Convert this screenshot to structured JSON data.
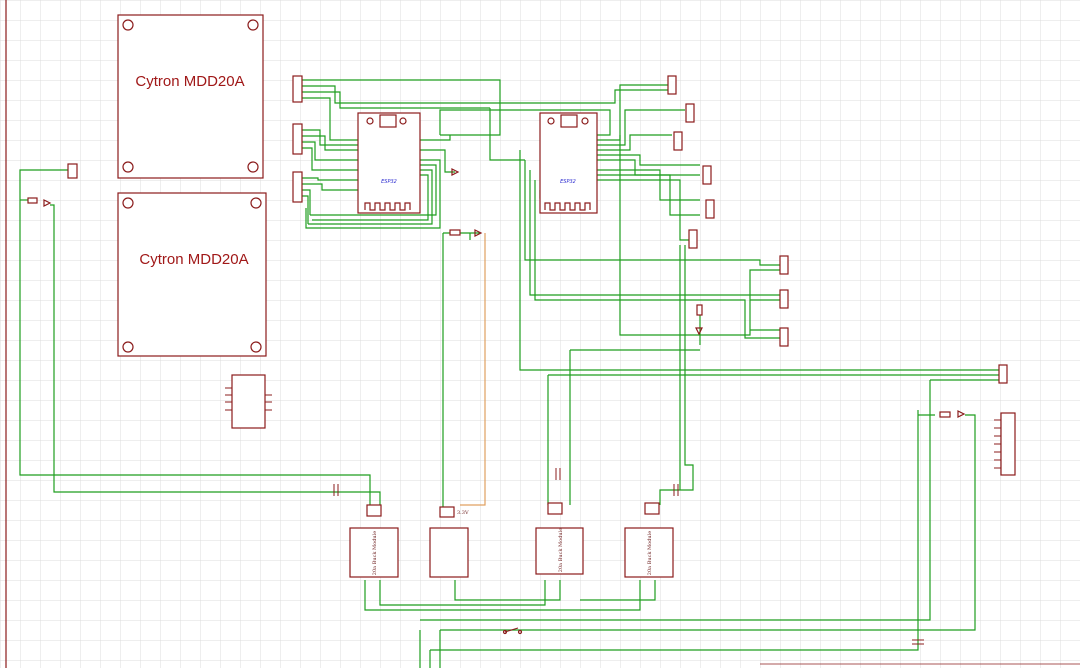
{
  "motor_drivers": [
    {
      "label": "Cytron MDD20A"
    },
    {
      "label": "Cytron MDD20A"
    }
  ],
  "mcus": [
    {
      "label": "ESP32"
    },
    {
      "label": "ESP32"
    }
  ],
  "buck_modules": [
    {
      "label": "20a Buck Module"
    },
    {
      "label": "20a Buck Module"
    },
    {
      "label": "20a Buck Module"
    }
  ],
  "regulators": [
    {
      "label": "3.3V"
    }
  ],
  "colors": {
    "wire": "#1f9e1f",
    "part": "#8b1c1c",
    "grid": "#dcdcdc",
    "text_blue": "#2a2ad0"
  }
}
